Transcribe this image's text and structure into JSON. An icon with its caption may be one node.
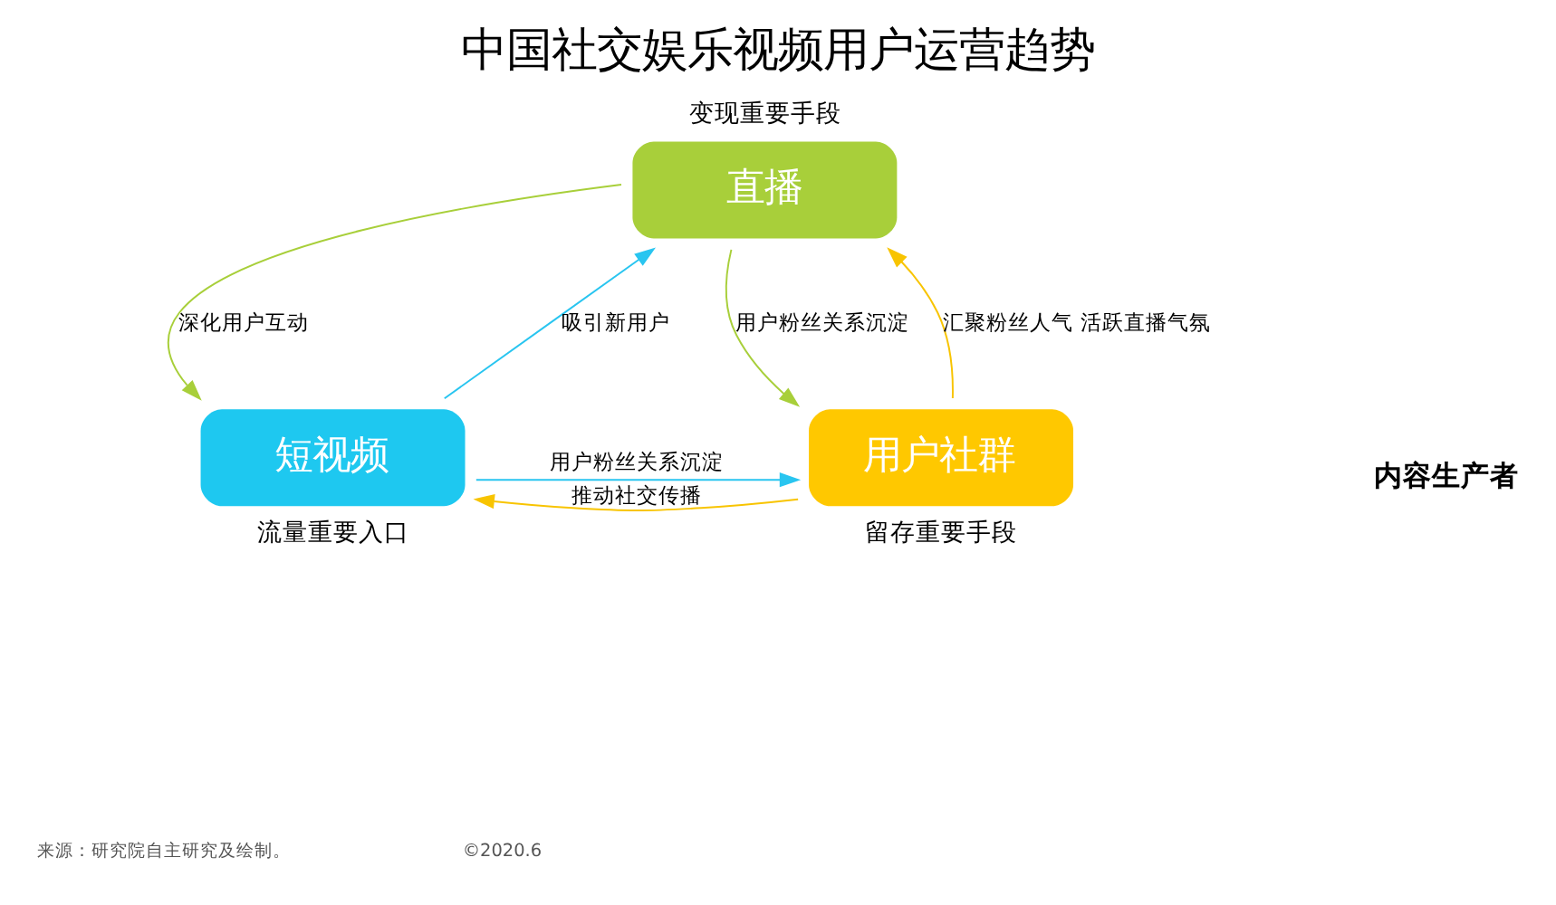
{
  "diagram": {
    "title": "中国社交娱乐视频用户运营趋势",
    "nodes": [
      {
        "text": [
          "直播"
        ],
        "beside": [
          "变现重要手段"
        ]
      },
      {
        "text": [
          "短视频"
        ],
        "beside": [
          "流量重要入口"
        ]
      },
      {
        "text": [
          "用户社群"
        ],
        "beside": [
          "留存重要手段"
        ]
      }
    ],
    "edges": [
      {
        "from": 0,
        "to": 1,
        "arrow": "to",
        "label": "深化用户互动",
        "color": "#a8cf3a"
      },
      {
        "from": 1,
        "to": 0,
        "arrow": "to",
        "label": "吸引新用户",
        "color": "#29c5f0"
      },
      {
        "from": 0,
        "to": 2,
        "arrow": "to",
        "label": "用户粉丝关系沉淀",
        "color": "#a8cf3a"
      },
      {
        "from": 2,
        "to": 0,
        "arrow": "to",
        "label": "汇聚粉丝人气 活跃直播气氛",
        "color": "#f8c400"
      },
      {
        "from": 2,
        "to": 1,
        "arrow": "to",
        "label": "推动社交传播",
        "color": "#f8c400"
      },
      {
        "from": 1,
        "to": 2,
        "arrow": "to",
        "label": "用户粉丝关系沉淀",
        "color": "#29c5f0"
      }
    ],
    "labels": [
      "内容生产者",
      "来源：研究院自主研究及绘制。",
      "©2020.6"
    ]
  }
}
